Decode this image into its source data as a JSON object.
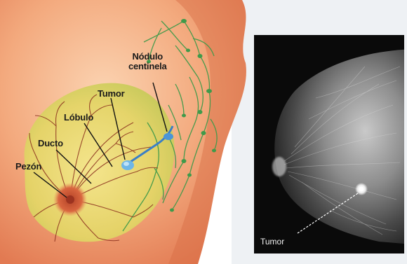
{
  "illustration": {
    "labels": {
      "nodulo_line1": "Nódulo",
      "nodulo_line2": "centinela",
      "tumor": "Tumor",
      "lobulo": "Lóbulo",
      "ducto": "Ducto",
      "pezon": "Pezón"
    },
    "colors": {
      "skin": "#f0a77c",
      "gland": "#e9d96a",
      "lymph": "#3f9a4a",
      "duct": "#8a2e1d",
      "tumor": "#6fb7e8"
    }
  },
  "mammogram": {
    "label": "Tumor"
  }
}
